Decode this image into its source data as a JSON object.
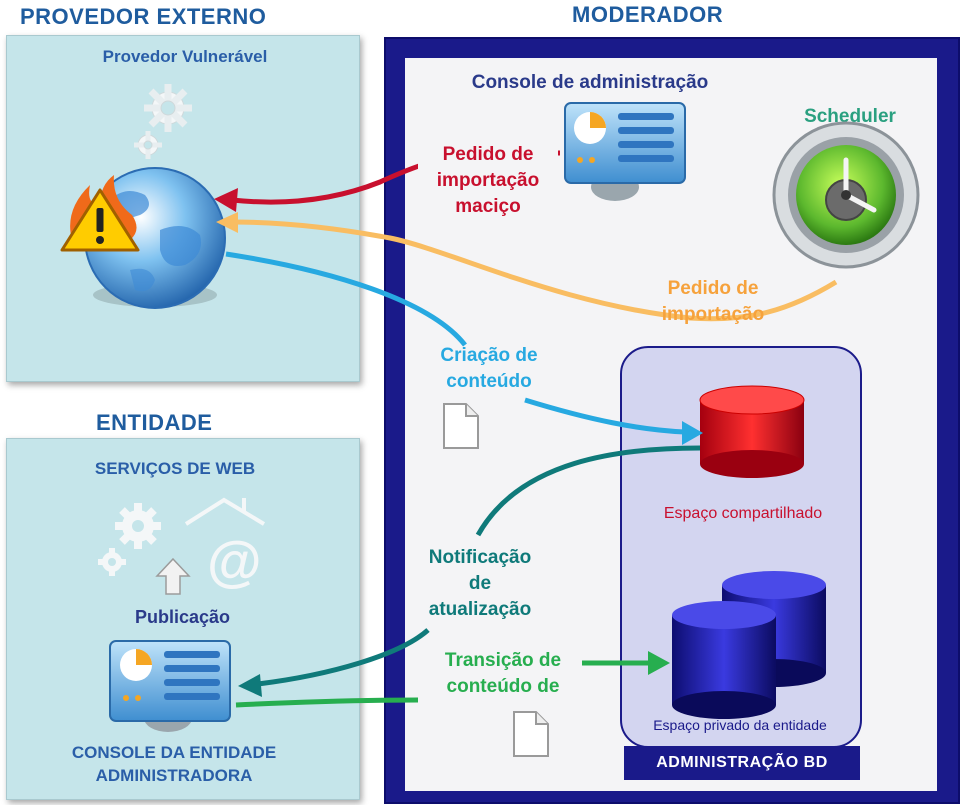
{
  "headers": {
    "provider": "PROVEDOR EXTERNO",
    "moderator": "MODERADOR",
    "entity": "ENTIDADE"
  },
  "provider_panel": {
    "title": "Provedor Vulnerável"
  },
  "entity_panel": {
    "web_services": "SERVIÇOS DE WEB",
    "publication": "Publicação",
    "console_line1": "CONSOLE DA ENTIDADE",
    "console_line2": "ADMINISTRADORA"
  },
  "moderator_panel": {
    "admin_console": "Console de administração",
    "scheduler": "Scheduler",
    "shared_space": "Espaço compartilhado",
    "private_space": "Espaço privado da entidade",
    "admin_bd": "ADMINISTRAÇÃO BD"
  },
  "flows": {
    "bulk_import": [
      "Pedido de",
      "importação",
      "maciço"
    ],
    "import_request": [
      "Pedido de",
      "importação"
    ],
    "content_creation": [
      "Criação de",
      "conteúdo"
    ],
    "update_notification": [
      "Notificação",
      "de",
      "atualização"
    ],
    "content_transition": [
      "Transição de",
      "conteúdo de"
    ]
  },
  "colors": {
    "bulk_import": "#c8102e",
    "import_request": "#f6a23c",
    "content_creation": "#27a9e1",
    "update_notification": "#0f7a7a",
    "content_transition": "#27ae4f",
    "moderator_frame": "#1a1a8a",
    "panel_bg": "#c5e5ea"
  },
  "icons": [
    "gears-icon",
    "globe-icon",
    "warning-icon",
    "fire-icon",
    "console-icon",
    "clock-icon",
    "document-icon",
    "database-icon",
    "house-icon",
    "at-icon",
    "up-arrow-icon"
  ]
}
